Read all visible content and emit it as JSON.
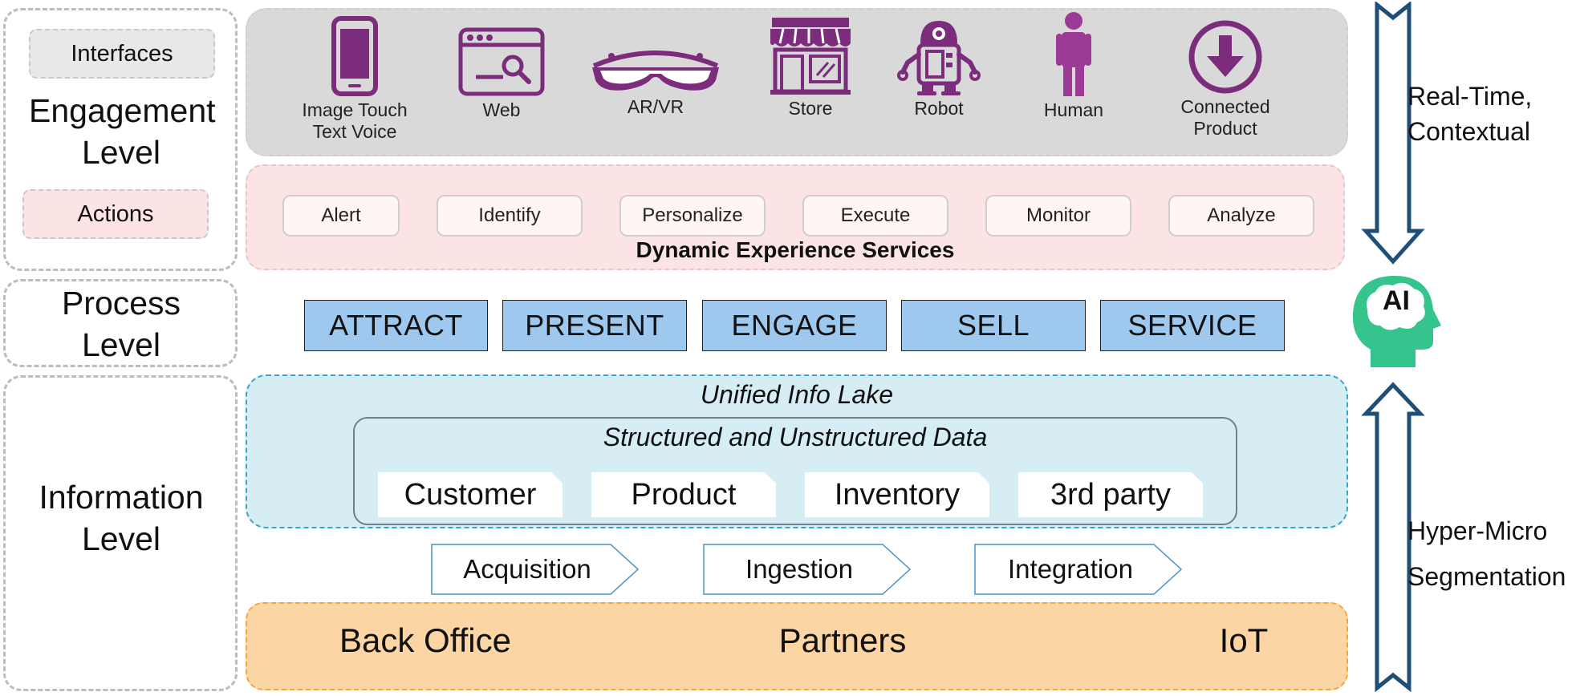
{
  "levels": {
    "engagement": "Engagement Level",
    "process": "Process Level",
    "information": "Information Level"
  },
  "tags": {
    "interfaces": "Interfaces",
    "actions": "Actions"
  },
  "interfaces": [
    {
      "label_line1": "Image Touch",
      "label_line2": "Text Voice",
      "icon": "smartphone-icon"
    },
    {
      "label_line1": "Web",
      "label_line2": "",
      "icon": "web-search-icon"
    },
    {
      "label_line1": "AR/VR",
      "label_line2": "",
      "icon": "vr-glasses-icon"
    },
    {
      "label_line1": "Store",
      "label_line2": "",
      "icon": "store-icon"
    },
    {
      "label_line1": "Robot",
      "label_line2": "",
      "icon": "robot-icon"
    },
    {
      "label_line1": "Human",
      "label_line2": "",
      "icon": "human-icon"
    },
    {
      "label_line1": "Connected",
      "label_line2": "Product",
      "icon": "download-circle-icon"
    }
  ],
  "actions": [
    "Alert",
    "Identify",
    "Personalize",
    "Execute",
    "Monitor",
    "Analyze"
  ],
  "services_title": "Dynamic Experience Services",
  "process_steps": [
    "ATTRACT",
    "PRESENT",
    "ENGAGE",
    "SELL",
    "SERVICE"
  ],
  "info_lake": {
    "title": "Unified Info Lake",
    "subtitle": "Structured and Unstructured Data",
    "items": [
      "Customer",
      "Product",
      "Inventory",
      "3rd party"
    ]
  },
  "pipeline": [
    "Acquisition",
    "Ingestion",
    "Integration"
  ],
  "sources": [
    "Back Office",
    "Partners",
    "IoT"
  ],
  "side": {
    "top_line1": "Real-Time,",
    "top_line2": "Contextual",
    "ai_label": "AI",
    "bottom_line1": "Hyper-Micro",
    "bottom_line2": "Segmentation"
  },
  "colors": {
    "icon_purple": "#7b2d7b",
    "interfaces_bg": "#d9d9d9",
    "actions_bg": "#fde4e4",
    "process_fill": "#9ec8ee",
    "lake_bg": "#d6edf3",
    "sources_bg": "#fbd5a4",
    "arrow_blue": "#1f4e79",
    "ai_green": "#36c48e"
  }
}
